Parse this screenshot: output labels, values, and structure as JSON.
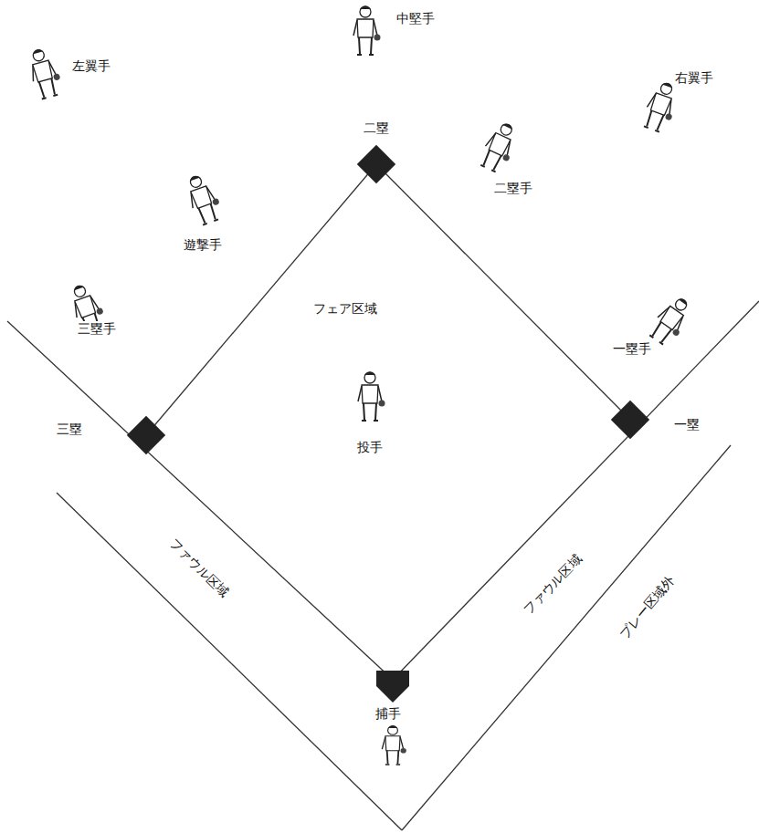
{
  "diagram": {
    "labels": [
      "中堅手",
      "左翼手",
      "右翼手",
      "二塁",
      "二塁手",
      "遊撃手",
      "フェア区域",
      "三塁手",
      "一塁手",
      "三塁",
      "一塁",
      "投手",
      "ファウル区域",
      "ファウル区域",
      "プレー区域外",
      "捕手"
    ]
  }
}
